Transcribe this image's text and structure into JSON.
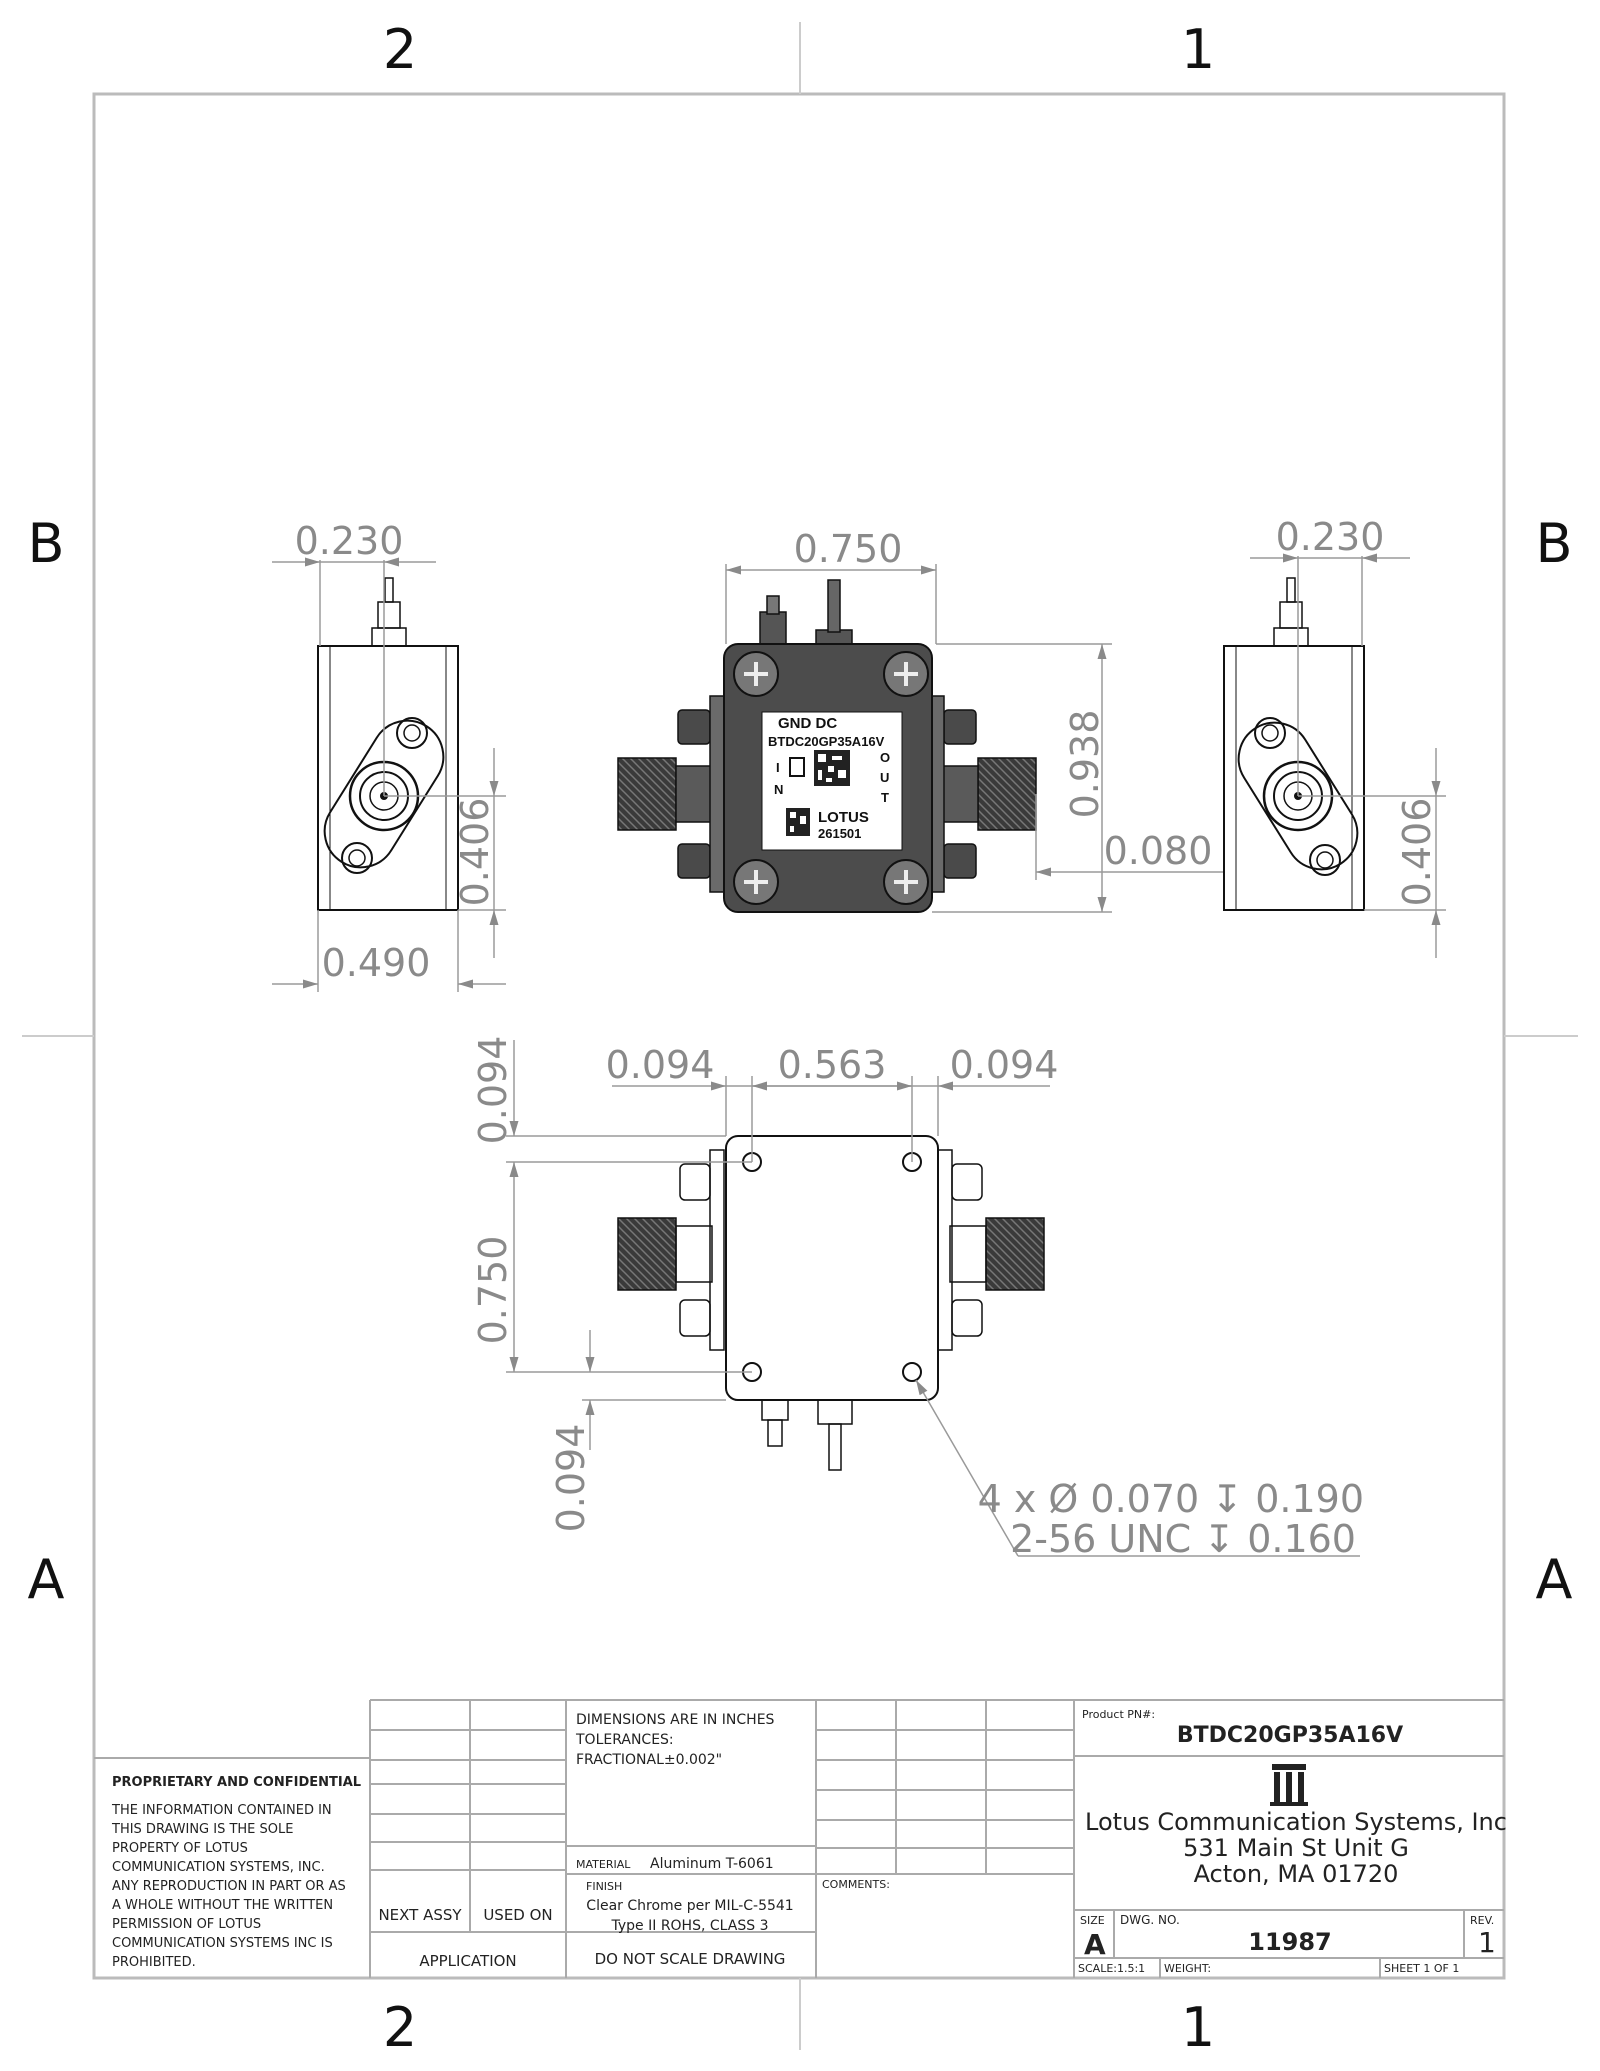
{
  "zones": {
    "top_left": "2",
    "top_right": "1",
    "bottom_left": "2",
    "bottom_right": "1",
    "left_upper": "B",
    "left_lower": "A",
    "right_upper": "B",
    "right_lower": "A"
  },
  "dimensions": {
    "left_view_top": "0.230",
    "left_view_height": "0.406",
    "left_view_width": "0.490",
    "front_width": "0.750",
    "front_height": "0.938",
    "front_offset": "0.080",
    "right_view_top": "0.230",
    "right_view_height": "0.406",
    "bottom_left_margin": "0.094",
    "bottom_span": "0.563",
    "bottom_right_margin": "0.094",
    "bottom_top_offset": "0.094",
    "bottom_height": "0.750",
    "bottom_lower_offset": "0.094"
  },
  "hole_callout": {
    "line1": "4 x Ø 0.070 ↧ 0.190",
    "line2": "2-56 UNC  ↧ 0.160"
  },
  "label": {
    "gnd_dc": "GND DC",
    "part": "BTDC20GP35A16V",
    "in_i": "I",
    "in_n": "N",
    "out_o": "O",
    "out_u": "U",
    "out_t": "T",
    "brand": "LOTUS",
    "serial": "261501"
  },
  "title_block": {
    "proprietary_title": "PROPRIETARY AND CONFIDENTIAL",
    "proprietary_lines": [
      "THE INFORMATION CONTAINED IN",
      "THIS DRAWING IS THE SOLE",
      "PROPERTY OF LOTUS",
      "COMMUNICATION SYSTEMS, INC.",
      "ANY REPRODUCTION IN PART OR AS",
      "A WHOLE WITHOUT THE WRITTEN",
      "PERMISSION OF LOTUS",
      "COMMUNICATION SYSTEMS INC IS",
      "PROHIBITED."
    ],
    "next_assy": "NEXT ASSY",
    "used_on": "USED ON",
    "application": "APPLICATION",
    "dims_note_1": "DIMENSIONS ARE IN INCHES",
    "dims_note_2": "TOLERANCES:",
    "dims_note_3": "FRACTIONAL±0.002\"",
    "material_label": "MATERIAL",
    "material_value": "Aluminum T-6061",
    "finish_label": "FINISH",
    "finish_value_1": "Clear Chrome per MIL-C-5541",
    "finish_value_2": "Type II ROHS, CLASS 3",
    "do_not_scale": "DO NOT SCALE DRAWING",
    "comments_label": "COMMENTS:",
    "product_pn_label": "Product PN#:",
    "product_pn": "BTDC20GP35A16V",
    "company": "Lotus Communication Systems, Inc",
    "address_1": "531 Main St Unit G",
    "address_2": "Acton, MA 01720",
    "size_label": "SIZE",
    "size_value": "A",
    "dwg_no_label": "DWG.  NO.",
    "dwg_no": "11987",
    "rev_label": "REV.",
    "rev_value": "1",
    "scale": "SCALE:1.5:1",
    "weight": "WEIGHT:",
    "sheet": "SHEET 1 OF 1"
  }
}
